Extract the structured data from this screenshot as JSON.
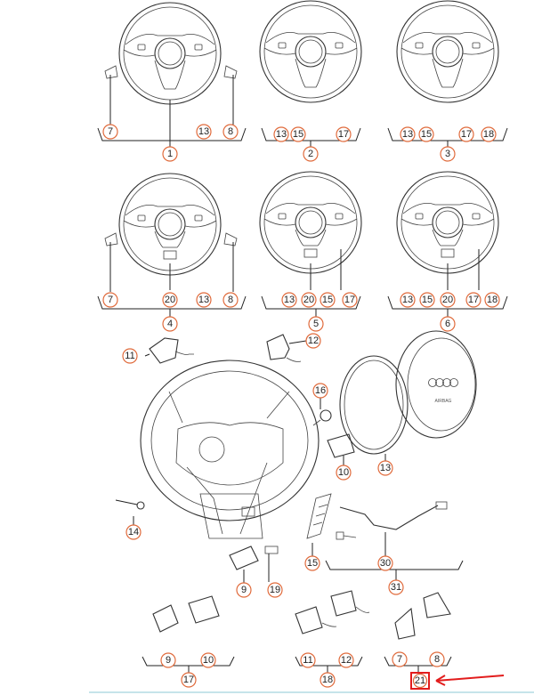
{
  "labels": {
    "l1_7": "7",
    "l1_13": "13",
    "l1_8": "8",
    "l1_1": "1",
    "l2_13": "13",
    "l2_15": "15",
    "l2_17": "17",
    "l2_2": "2",
    "l3_13": "13",
    "l3_15": "15",
    "l3_17": "17",
    "l3_18": "18",
    "l3_3": "3",
    "l4_7": "7",
    "l4_20": "20",
    "l4_13": "13",
    "l4_8": "8",
    "l4_4": "4",
    "l5_13": "13",
    "l5_20": "20",
    "l5_15": "15",
    "l5_17": "17",
    "l5_5": "5",
    "l6_13": "13",
    "l6_15": "15",
    "l6_20": "20",
    "l6_17": "17",
    "l6_18": "18",
    "l6_6": "6",
    "m_11": "11",
    "m_12": "12",
    "m_16": "16",
    "m_10": "10",
    "m_13": "13",
    "m_14": "14",
    "m_15": "15",
    "m_30": "30",
    "m_31": "31",
    "m_9": "9",
    "m_19": "19",
    "b_9": "9",
    "b_10": "10",
    "b_17": "17",
    "b_11": "11",
    "b_12": "12",
    "b_18": "18",
    "b_7": "7",
    "b_8": "8",
    "b_21": "21"
  },
  "logo_text": "AIRBAG",
  "colors": {
    "callout": "#e06a3b",
    "highlight": "#e21c1c",
    "line": "#333333"
  }
}
